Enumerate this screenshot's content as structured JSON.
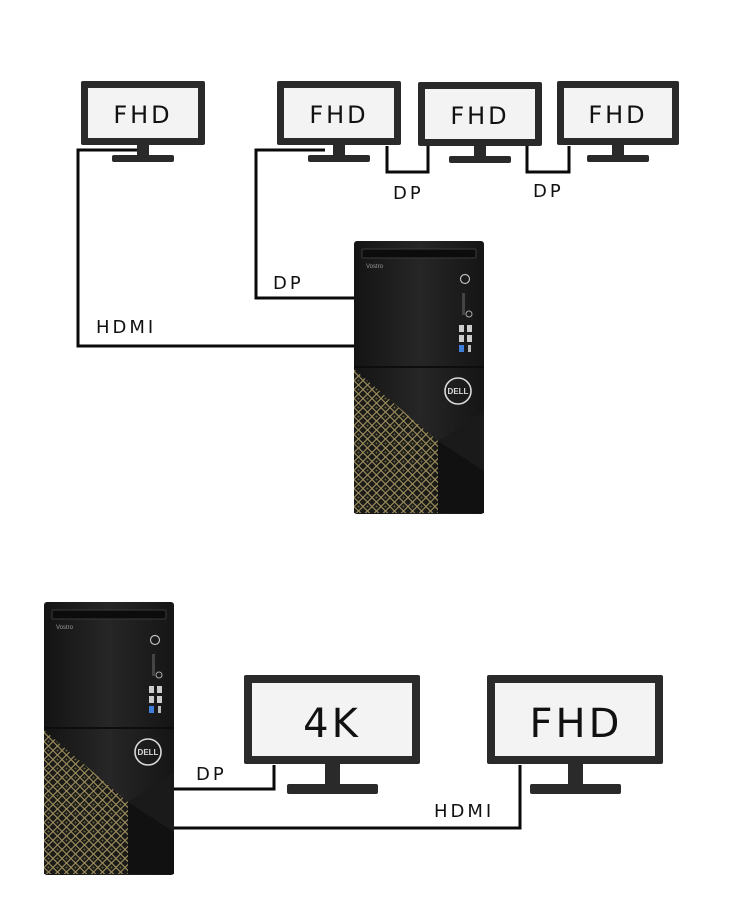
{
  "diagram_top": {
    "monitors": [
      {
        "label": "FHD"
      },
      {
        "label": "FHD"
      },
      {
        "label": "FHD"
      },
      {
        "label": "FHD"
      }
    ],
    "cables": {
      "daisy_chain_1": "DP",
      "daisy_chain_2": "DP",
      "pc_to_monitor_2": "DP",
      "pc_to_monitor_1": "HDMI"
    },
    "pc": {
      "brand": "DELL",
      "model": "Vostro"
    }
  },
  "diagram_bottom": {
    "monitors": [
      {
        "label": "4K"
      },
      {
        "label": "FHD"
      }
    ],
    "cables": {
      "pc_to_4k": "DP",
      "pc_to_fhd": "HDMI"
    },
    "pc": {
      "brand": "DELL",
      "model": "Vostro"
    }
  },
  "colors": {
    "monitor_frame": "#2a2a2a",
    "monitor_screen": "#f3f3f3",
    "pc_body": "#1c1c1c",
    "pc_mesh": "#8a7a52",
    "cable": "#0a0a0a"
  }
}
